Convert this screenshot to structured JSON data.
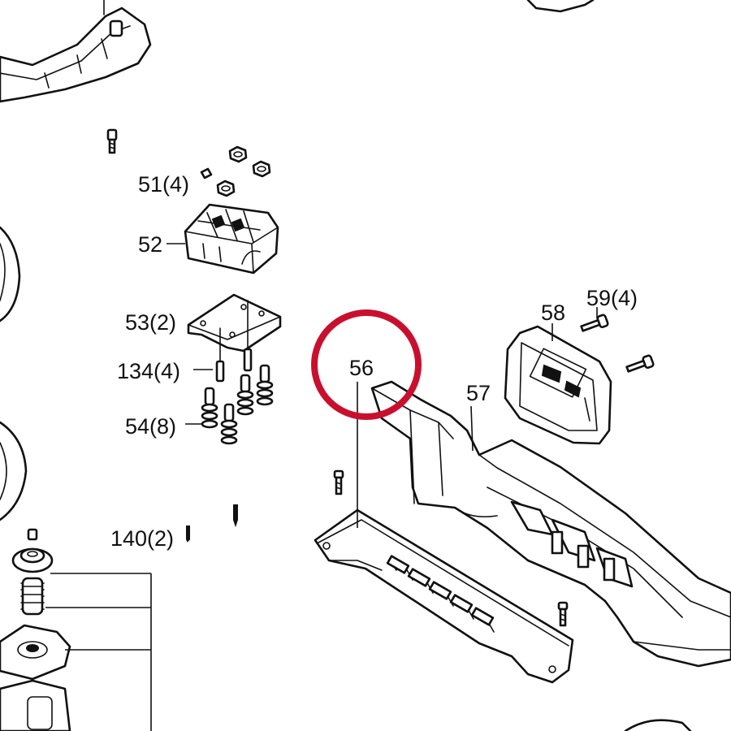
{
  "labels": {
    "p51": "51(4)",
    "p52": "52",
    "p53": "53(2)",
    "p134": "134(4)",
    "p54": "54(8)",
    "p140": "140(2)",
    "p56": "56",
    "p57": "57",
    "p58": "58",
    "p59": "59(4)"
  },
  "highlight": {
    "target_part": "56",
    "color": "#c8102e"
  }
}
